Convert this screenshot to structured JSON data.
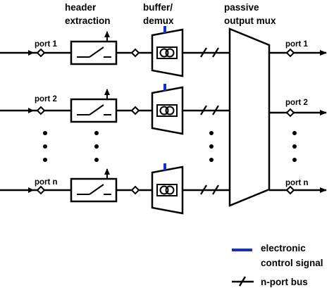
{
  "headers": {
    "header_extraction": [
      "header",
      "extraction"
    ],
    "buffer_demux": [
      "buffer/",
      "demux"
    ],
    "passive_output_mux": [
      "passive",
      "output mux"
    ]
  },
  "input_ports": [
    "port 1",
    "port 2",
    "port n"
  ],
  "output_ports": [
    "port 1",
    "port 2",
    "port n"
  ],
  "legend": {
    "electronic_control_signal": [
      "electronic",
      "control signal"
    ],
    "n_port_bus": "n-port bus"
  },
  "colors": {
    "line": "#000000",
    "control_signal": "#1030d0",
    "background": "#ffffff"
  },
  "icons": {
    "header_extraction_block": "switch-with-arrow-icon",
    "buffer_demux_block": "fiber-delay-loop-icon",
    "control_signal": "blue-tick-icon",
    "bus": "slash-icon"
  }
}
